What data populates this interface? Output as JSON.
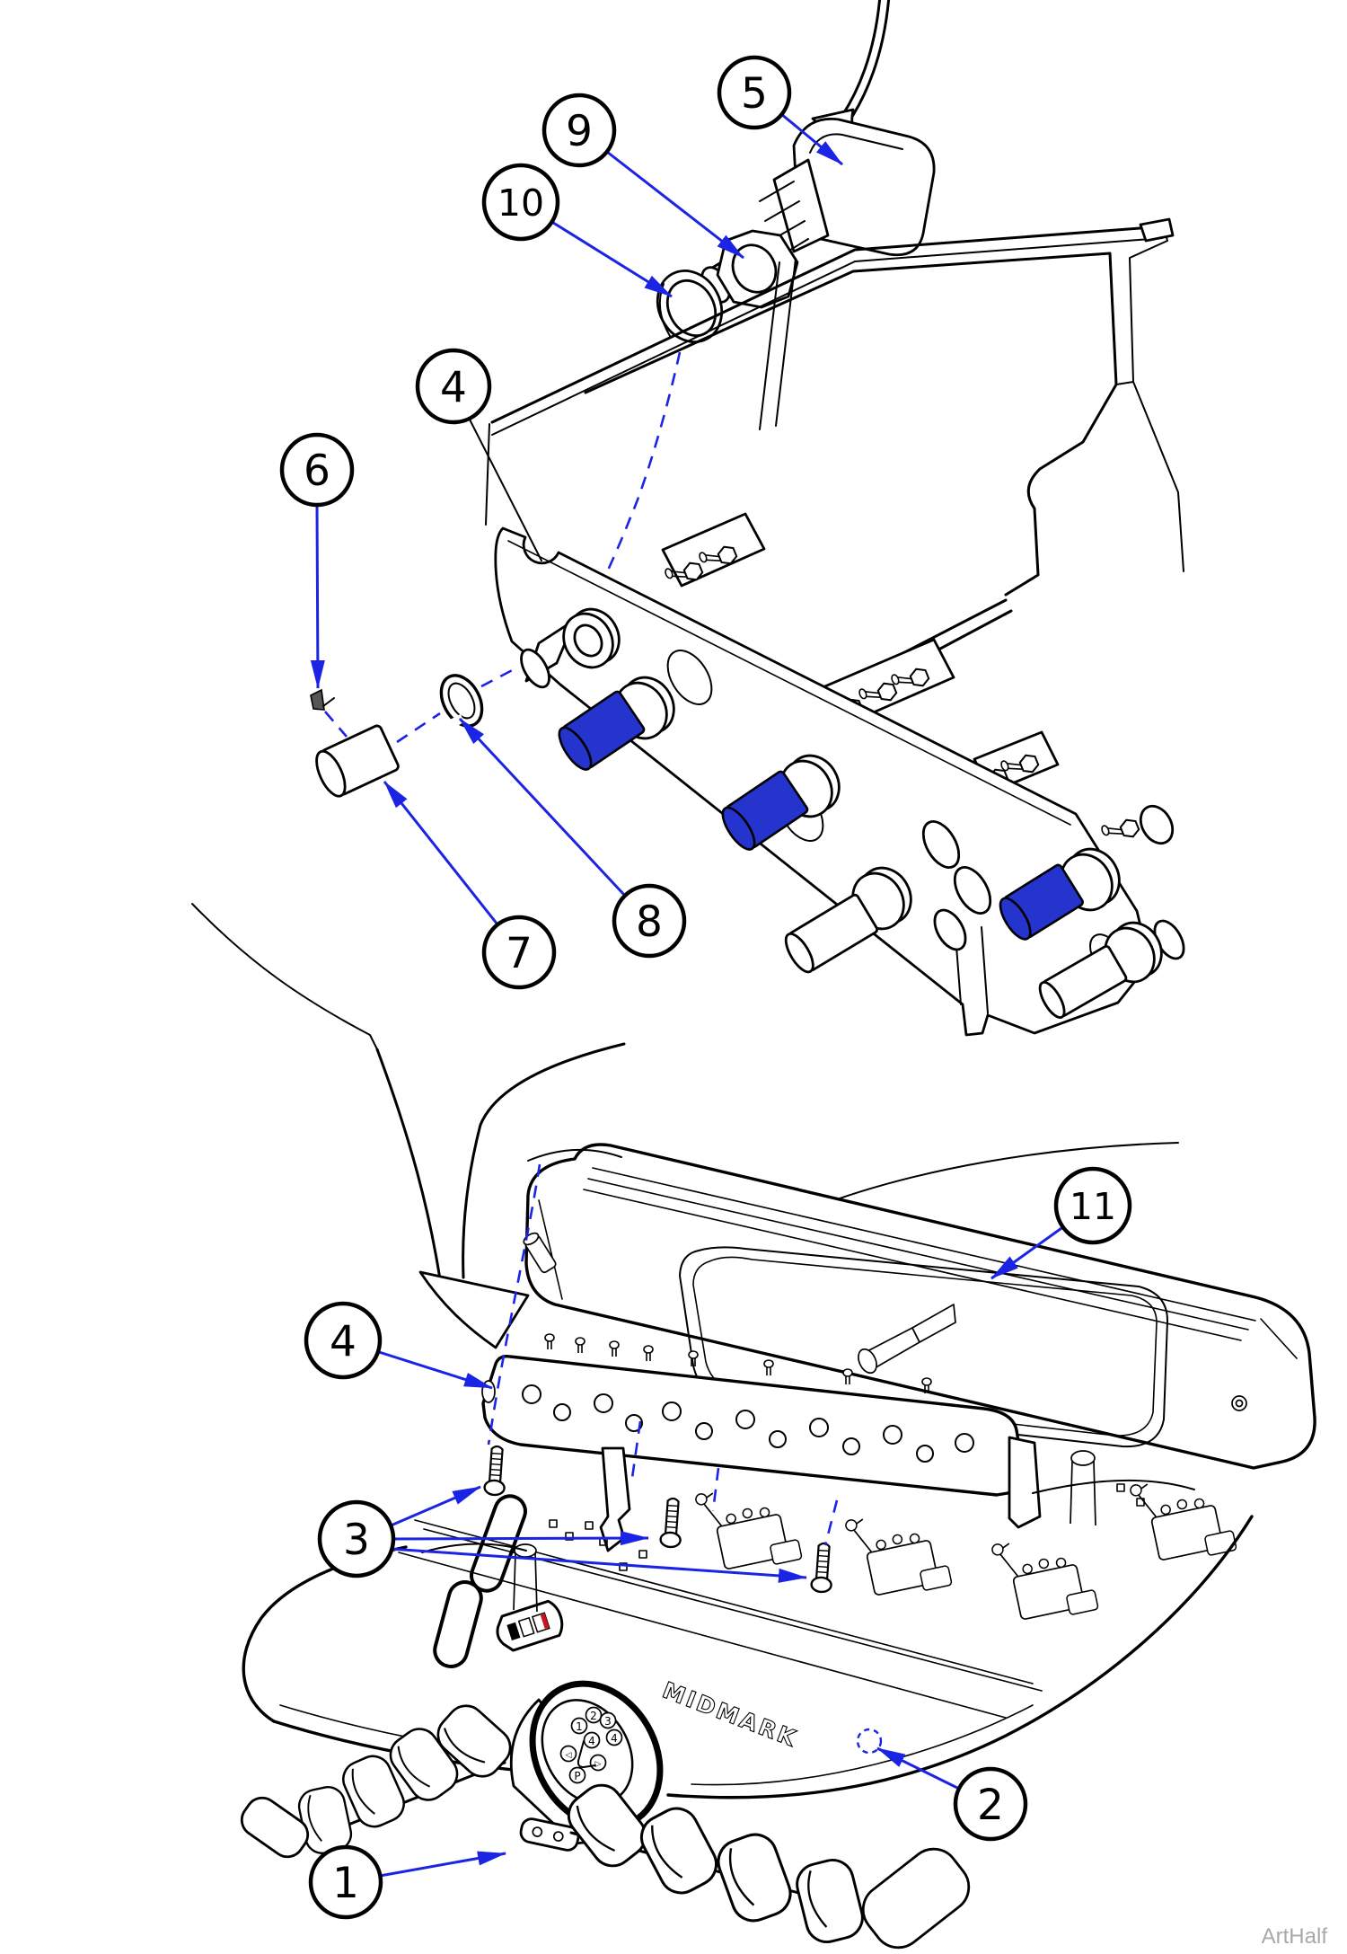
{
  "figure": {
    "type": "exploded-parts-diagram",
    "brand_label": "MIDMARK",
    "watermark": "ArtHalf"
  },
  "colors": {
    "background": "#ffffff",
    "line": "#000000",
    "highlight_part_blue": "#2434cd",
    "leader_arrow_blue": "#1b24e4",
    "watermark_gray": "#a9a9a9",
    "indicator_red": "#cc1122"
  },
  "callouts": [
    {
      "label": "1"
    },
    {
      "label": "2"
    },
    {
      "label": "3"
    },
    {
      "label": "4"
    },
    {
      "label": "4"
    },
    {
      "label": "5"
    },
    {
      "label": "6"
    },
    {
      "label": "7"
    },
    {
      "label": "8"
    },
    {
      "label": "9"
    },
    {
      "label": "10"
    },
    {
      "label": "11"
    }
  ],
  "keypad": {
    "buttons": [
      "1",
      "2",
      "3",
      "4",
      "4",
      "◁",
      "▷",
      "P"
    ]
  }
}
